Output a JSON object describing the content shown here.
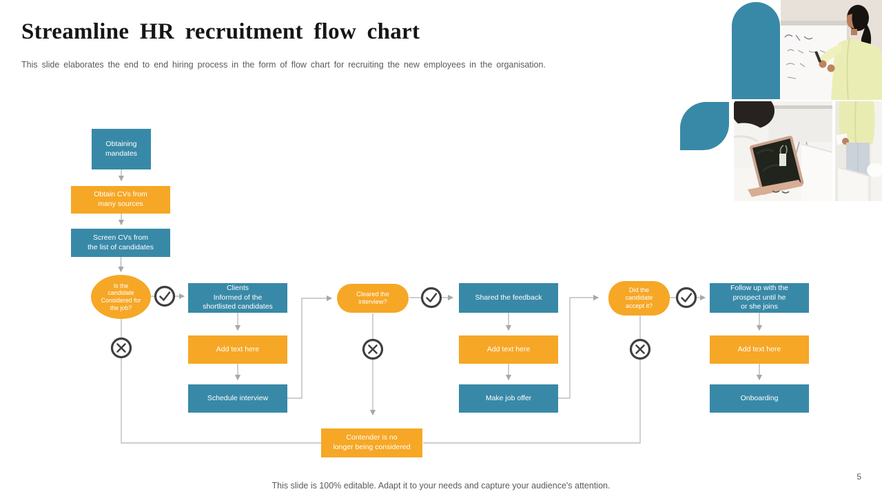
{
  "slide": {
    "title": "Streamline HR recruitment flow chart",
    "subtitle": "This slide elaborates the end to end hiring process in the form of flow chart for recruiting the new employees in the organisation.",
    "footer": "This slide is 100% editable. Adapt it to your needs and capture your audience's attention.",
    "page_number": "5"
  },
  "colors": {
    "teal": "#3889a7",
    "orange": "#f6a726",
    "connector_gray": "#b0b0b0",
    "icon_ring": "#3f3f3f",
    "title_text": "#151515",
    "muted_text": "#5a5a5a"
  },
  "flow": {
    "nodes": {
      "obtaining_mandates": "Obtaining\nmandates",
      "obtain_cvs": "Obtain CVs from\nmany sources",
      "screen_cvs": "Screen CVs from\nthe list of candidates",
      "decision_considered": "Is the\ncandidate\nConsidered for\nthe job?",
      "clients_informed": "Clients\nInformed of the\nshortlisted candidates",
      "add_text_1": "Add text here",
      "schedule_interview": "Schedule interview",
      "decision_cleared": "Cleared the\ninterview?",
      "shared_feedback": "Shared the feedback",
      "add_text_2": "Add text here",
      "make_job_offer": "Make job offer",
      "decision_accept": "Did the\ncandidate\naccept it?",
      "follow_up": "Follow up with the\nprospect until he\nor she joins",
      "add_text_3": "Add text here",
      "onboarding": "Onboarding",
      "contender_out": "Contender is no\nlonger being considered"
    },
    "decision_outcomes": {
      "yes_icon": "check-circle",
      "no_icon": "cross-circle"
    }
  },
  "images": {
    "photo_presenter": "woman presenting at whiteboard",
    "photo_desk": "blurred desk with tablet",
    "photo_standing": "presenter standing with laptop"
  }
}
